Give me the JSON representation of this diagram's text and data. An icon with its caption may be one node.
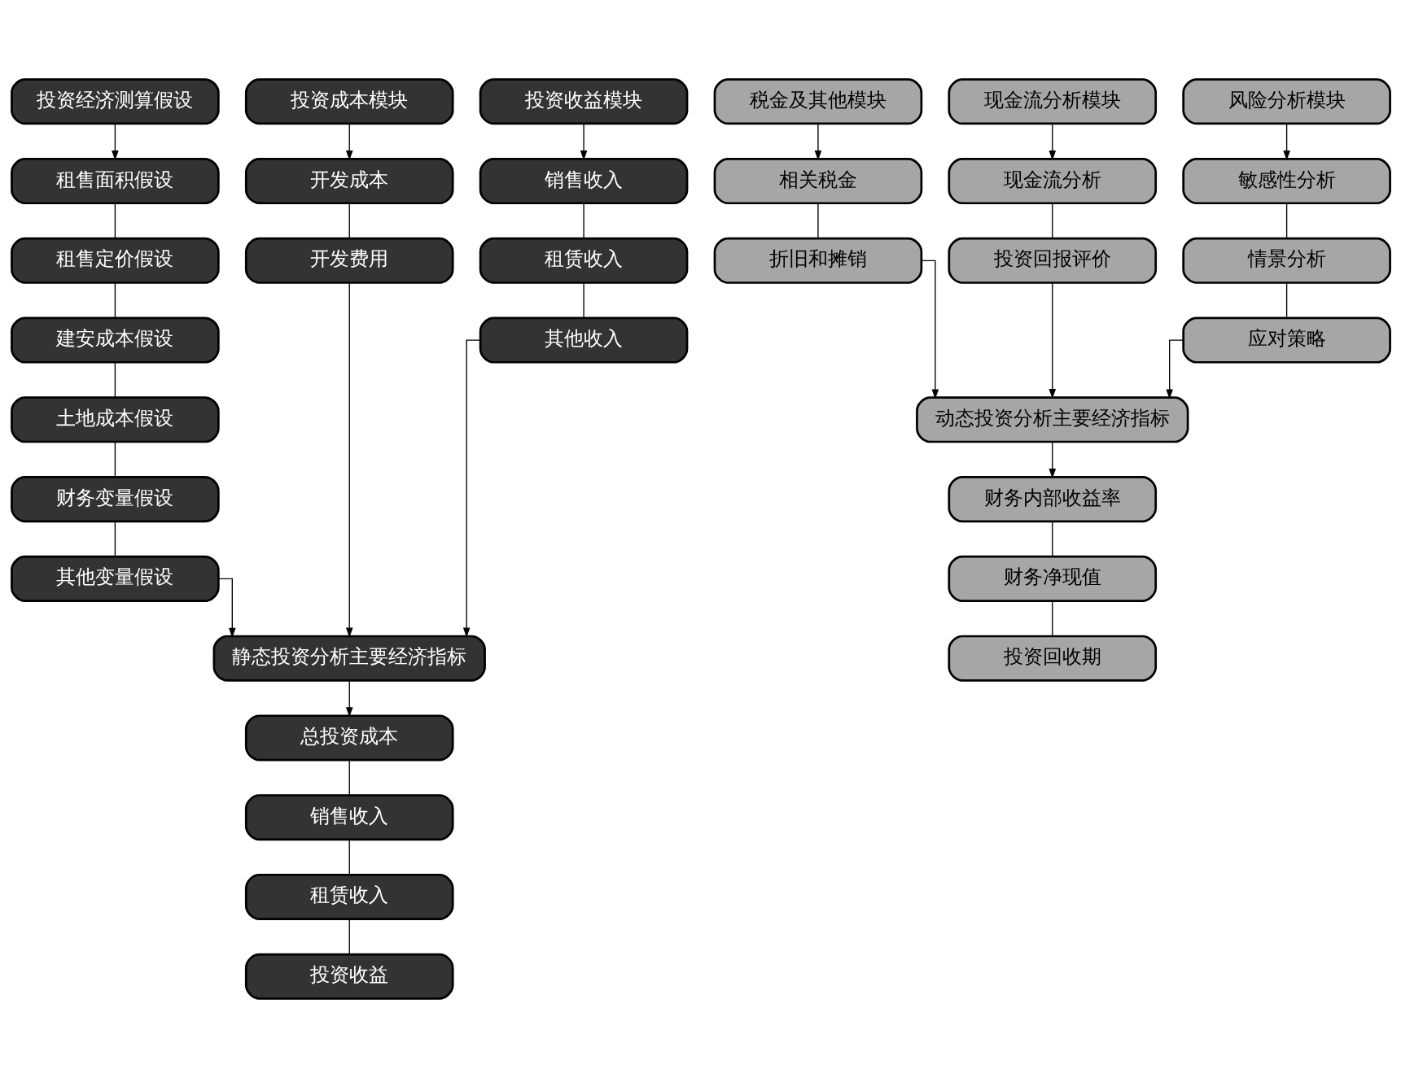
{
  "diagram": {
    "nodes": [
      {
        "text": [
          "投资经济测算假设"
        ]
      },
      {
        "text": [
          "租售面积假设"
        ]
      },
      {
        "text": [
          "租售定价假设"
        ]
      },
      {
        "text": [
          "建安成本假设"
        ]
      },
      {
        "text": [
          "土地成本假设"
        ]
      },
      {
        "text": [
          "财务变量假设"
        ]
      },
      {
        "text": [
          "其他变量假设"
        ]
      },
      {
        "text": [
          "投资成本模块"
        ]
      },
      {
        "text": [
          "开发成本"
        ]
      },
      {
        "text": [
          "开发费用"
        ]
      },
      {
        "text": [
          "投资收益模块"
        ]
      },
      {
        "text": [
          "销售收入"
        ]
      },
      {
        "text": [
          "租赁收入"
        ]
      },
      {
        "text": [
          "其他收入"
        ]
      },
      {
        "text": [
          "税金及其他模块"
        ]
      },
      {
        "text": [
          "相关税金"
        ]
      },
      {
        "text": [
          "折旧和摊销"
        ]
      },
      {
        "text": [
          "现金流分析模块"
        ]
      },
      {
        "text": [
          "现金流分析"
        ]
      },
      {
        "text": [
          "投资回报评价"
        ]
      },
      {
        "text": [
          "风险分析模块"
        ]
      },
      {
        "text": [
          "敏感性分析"
        ]
      },
      {
        "text": [
          "情景分析"
        ]
      },
      {
        "text": [
          "应对策略"
        ]
      },
      {
        "text": [
          "静态投资分析主要经济指标"
        ]
      },
      {
        "text": [
          "总投资成本"
        ]
      },
      {
        "text": [
          "销售收入"
        ]
      },
      {
        "text": [
          "租赁收入"
        ]
      },
      {
        "text": [
          "投资收益"
        ]
      },
      {
        "text": [
          "动态投资分析主要经济指标"
        ]
      },
      {
        "text": [
          "财务内部收益率"
        ]
      },
      {
        "text": [
          "财务净现值"
        ]
      },
      {
        "text": [
          "投资回收期"
        ]
      }
    ],
    "edges": [
      {
        "from": 0,
        "to": 1,
        "arrow": "to"
      },
      {
        "from": 1,
        "to": 2,
        "arrow": "none"
      },
      {
        "from": 2,
        "to": 3,
        "arrow": "none"
      },
      {
        "from": 3,
        "to": 4,
        "arrow": "none"
      },
      {
        "from": 4,
        "to": 5,
        "arrow": "none"
      },
      {
        "from": 5,
        "to": 6,
        "arrow": "none"
      },
      {
        "from": 7,
        "to": 8,
        "arrow": "to"
      },
      {
        "from": 8,
        "to": 9,
        "arrow": "none"
      },
      {
        "from": 10,
        "to": 11,
        "arrow": "to"
      },
      {
        "from": 11,
        "to": 12,
        "arrow": "none"
      },
      {
        "from": 12,
        "to": 13,
        "arrow": "none"
      },
      {
        "from": 14,
        "to": 15,
        "arrow": "to"
      },
      {
        "from": 15,
        "to": 16,
        "arrow": "none"
      },
      {
        "from": 17,
        "to": 18,
        "arrow": "to"
      },
      {
        "from": 18,
        "to": 19,
        "arrow": "none"
      },
      {
        "from": 20,
        "to": 21,
        "arrow": "to"
      },
      {
        "from": 21,
        "to": 22,
        "arrow": "none"
      },
      {
        "from": 22,
        "to": 23,
        "arrow": "none"
      },
      {
        "from": 6,
        "to": 24,
        "arrow": "to"
      },
      {
        "from": 9,
        "to": 24,
        "arrow": "to"
      },
      {
        "from": 13,
        "to": 24,
        "arrow": "to"
      },
      {
        "from": 16,
        "to": 29,
        "arrow": "to"
      },
      {
        "from": 19,
        "to": 29,
        "arrow": "to"
      },
      {
        "from": 23,
        "to": 29,
        "arrow": "to"
      },
      {
        "from": 24,
        "to": 25,
        "arrow": "to"
      },
      {
        "from": 25,
        "to": 26,
        "arrow": "none"
      },
      {
        "from": 26,
        "to": 27,
        "arrow": "none"
      },
      {
        "from": 27,
        "to": 28,
        "arrow": "none"
      },
      {
        "from": 29,
        "to": 30,
        "arrow": "to"
      },
      {
        "from": 30,
        "to": 31,
        "arrow": "none"
      },
      {
        "from": 31,
        "to": 32,
        "arrow": "none"
      }
    ]
  }
}
